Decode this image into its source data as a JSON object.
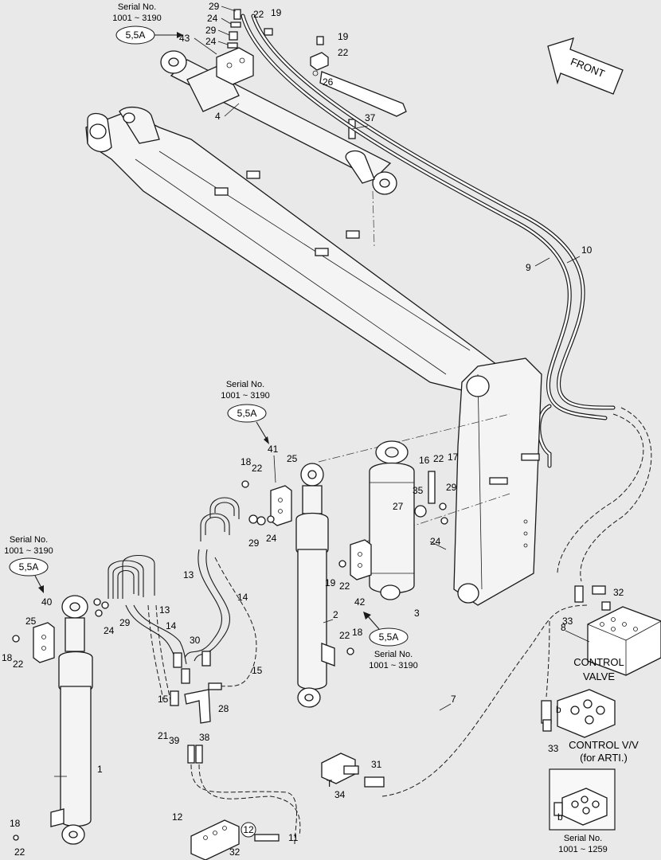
{
  "diagram": {
    "front_label": "FRONT",
    "serial_tags": [
      {
        "id": "top",
        "title": "Serial No.",
        "range": "1001 ~ 3190",
        "ref": "5,5A"
      },
      {
        "id": "mid",
        "title": "Serial No.",
        "range": "1001 ~ 3190",
        "ref": "5,5A"
      },
      {
        "id": "left",
        "title": "Serial No.",
        "range": "1001 ~ 3190",
        "ref": "5,5A"
      },
      {
        "id": "bottom",
        "title": "Serial No.",
        "range": "1001 ~ 3190",
        "ref": "5,5A"
      }
    ],
    "component_labels": {
      "control_valve": [
        "CONTROL",
        "VALVE"
      ],
      "control_vv": [
        "CONTROL V/V",
        "(for ARTI.)"
      ],
      "inset_serial_title": "Serial No.",
      "inset_serial_range": "1001 ~ 1259",
      "port_b_1": "b",
      "port_b_2": "b",
      "port_t": "T"
    },
    "callouts": [
      "29",
      "24",
      "29",
      "24",
      "22",
      "19",
      "43",
      "19",
      "22",
      "26",
      "4",
      "37",
      "10",
      "9",
      "41",
      "18",
      "22",
      "25",
      "29",
      "24",
      "16",
      "22",
      "17",
      "35",
      "29",
      "27",
      "24",
      "19",
      "22",
      "42",
      "3",
      "2",
      "22",
      "18",
      "13",
      "14",
      "40",
      "25",
      "29",
      "24",
      "13",
      "14",
      "18",
      "22",
      "30",
      "15",
      "15",
      "28",
      "21",
      "39",
      "38",
      "1",
      "7",
      "8",
      "32",
      "33",
      "33",
      "31",
      "34",
      "12",
      "11",
      "12",
      "32",
      "18",
      "22"
    ]
  }
}
